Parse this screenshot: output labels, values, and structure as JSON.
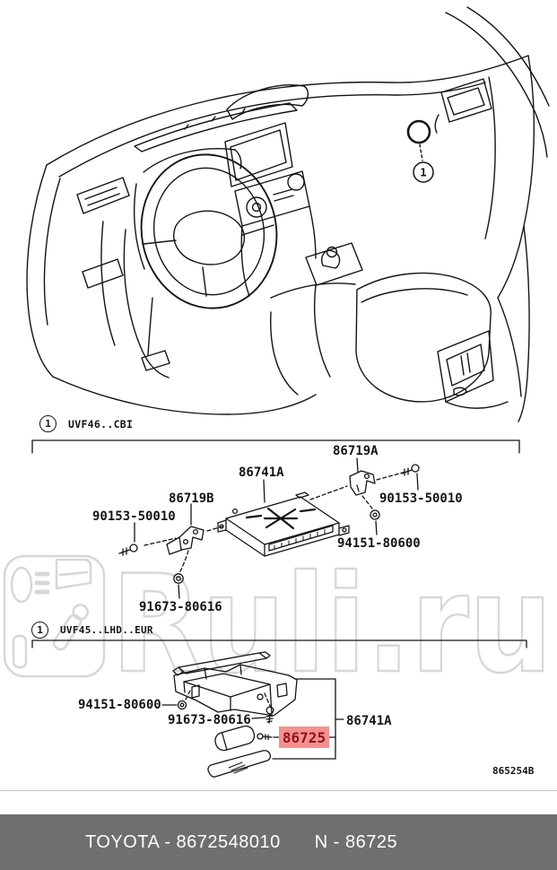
{
  "watermark": {
    "text": "Ruli.ru",
    "color": "#d7d7d7"
  },
  "dashboard_callout": {
    "marker": "1"
  },
  "sections": {
    "first": {
      "marker": "1",
      "spec_code": "UVF46..CBI"
    },
    "second": {
      "marker": "1",
      "spec_code": "UVF45..LHD..EUR"
    }
  },
  "middle_diagram": {
    "labels": {
      "bracket_a": "86719A",
      "receiver_assy": "86741A",
      "bracket_b": "86719B",
      "screw_left": "90153-50010",
      "screw_right": "90153-50010",
      "nut": "94151-80600",
      "screw_grommet": "91673-80616"
    }
  },
  "bottom_diagram": {
    "labels": {
      "nut": "94151-80600",
      "screw_grommet": "91673-80616",
      "transmitter_highlight": "86725",
      "receiver_assy": "86741A"
    },
    "figure_code": "865254B"
  },
  "colors": {
    "highlight_fill": "#f59090",
    "highlight_text": "#8e1616",
    "footer_bar": "#6f6f6f",
    "footer_text": "#ffffff",
    "line_art": "#141414"
  },
  "footer": {
    "left_text": "TOYOTA - 8672548010",
    "right_text": "N - 86725"
  }
}
